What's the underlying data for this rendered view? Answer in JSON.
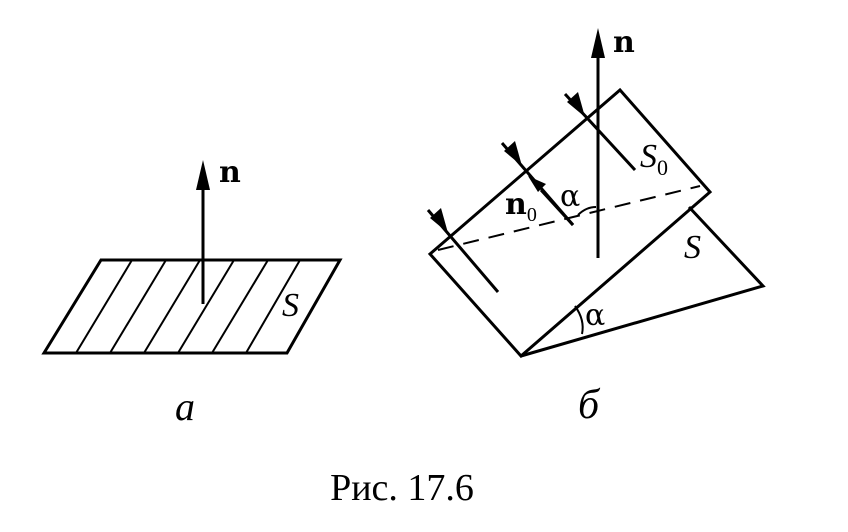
{
  "panel_a": {
    "normal_label": "n",
    "surface_label": "S",
    "panel_label": "a"
  },
  "panel_b": {
    "normal_label": "n",
    "projected_label": "S",
    "projected_subscript": "0",
    "unit_normal_label": "n",
    "unit_normal_subscript": "0",
    "angle_top_label": "α",
    "surface_label": "S",
    "angle_bottom_label": "α",
    "panel_label": "б"
  },
  "caption": "Рис. 17.6",
  "colors": {
    "ink": "#000000",
    "paper": "#ffffff"
  }
}
